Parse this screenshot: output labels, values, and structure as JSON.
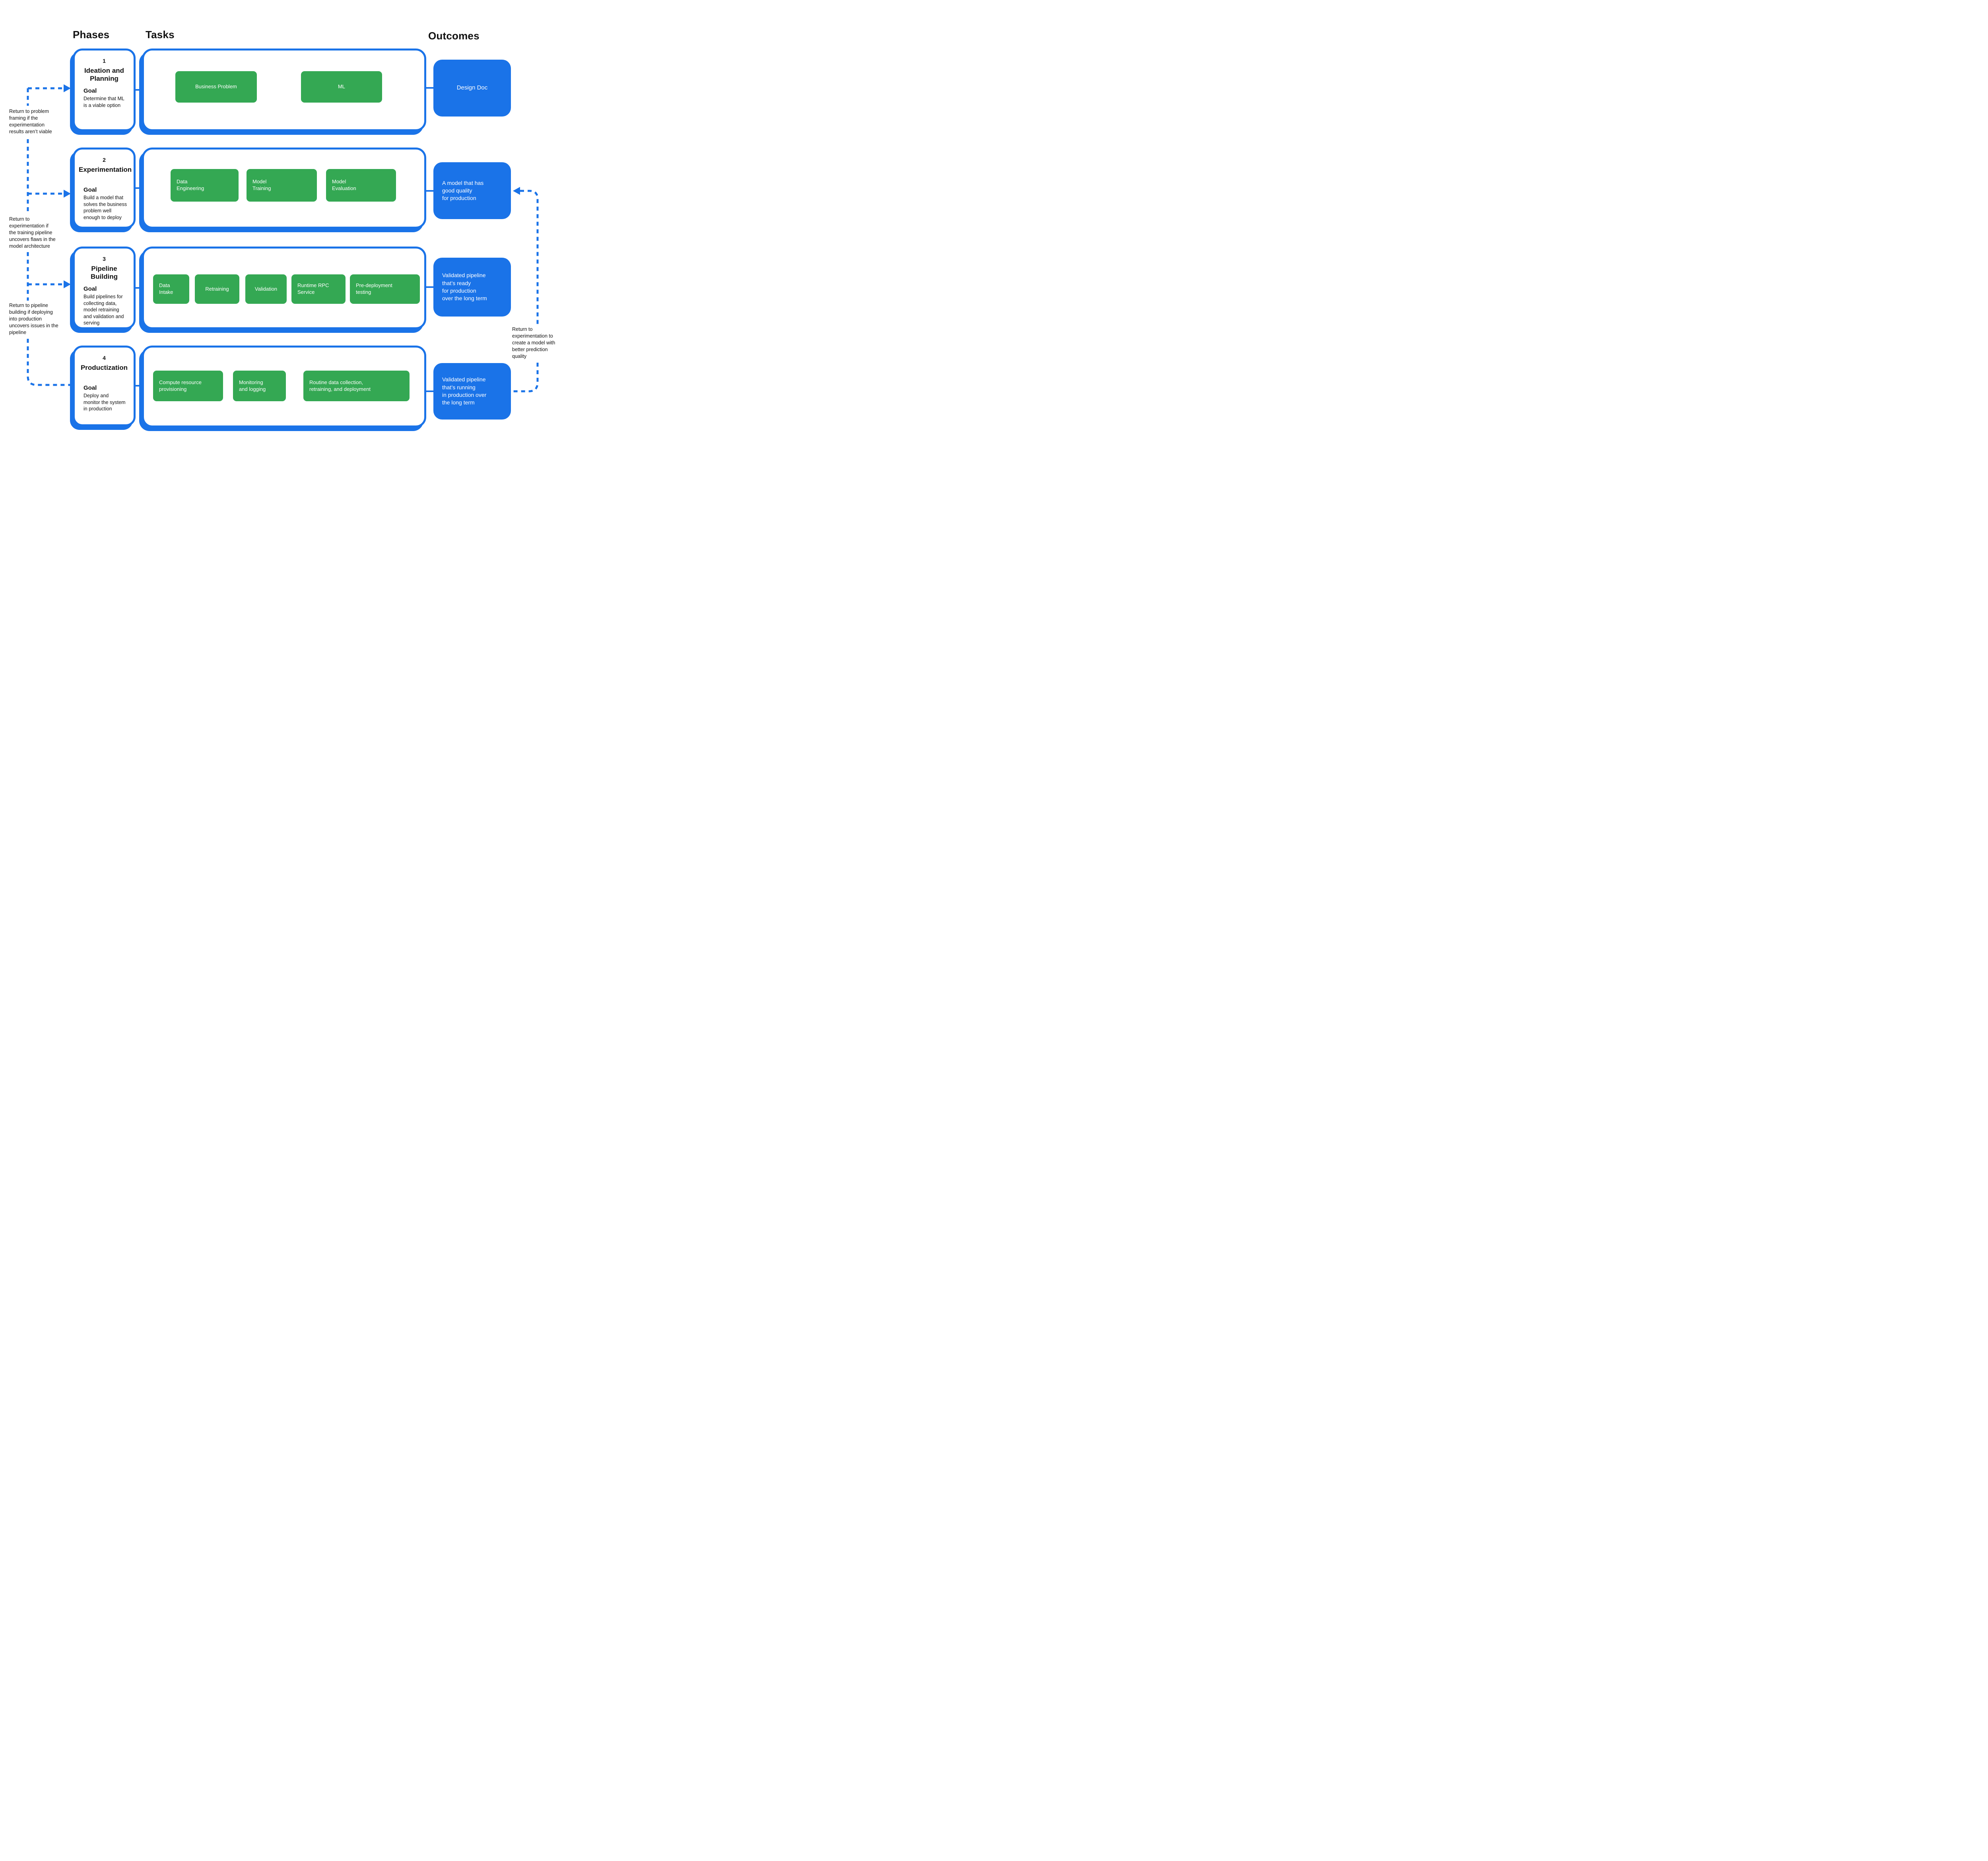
{
  "colors": {
    "blue": "#1A73E8",
    "green": "#34A853"
  },
  "headers": {
    "phases": "Phases",
    "tasks": "Tasks",
    "outcomes": "Outcomes"
  },
  "phases": [
    {
      "number": "1",
      "title": "Ideation and\nPlanning",
      "goal_label": "Goal",
      "goal": "Determine that ML\nis a viable option",
      "tasks": [
        "Business Problem",
        "ML"
      ],
      "outcome": "Design Doc"
    },
    {
      "number": "2",
      "title": "Experimentation",
      "goal_label": "Goal",
      "goal": "Build a model that\nsolves the business\nproblem well\nenough to deploy",
      "tasks": [
        "Data\nEngineering",
        "Model\nTraining",
        "Model\nEvaluation"
      ],
      "outcome": "A model that has\ngood quality\nfor production"
    },
    {
      "number": "3",
      "title": "Pipeline Building",
      "goal_label": "Goal",
      "goal": "Build pipelines for\ncollecting data,\nmodel retraining\nand validation and\nserving",
      "tasks": [
        "Data\nIntake",
        "Retraining",
        "Validation",
        "Runtime RPC\nService",
        "Pre-deployment\ntesting"
      ],
      "outcome": "Validated pipeline\nthat’s ready\nfor production\nover the long term"
    },
    {
      "number": "4",
      "title": "Productization",
      "goal_label": "Goal",
      "goal": "Deploy and\nmonitor the system\nin production",
      "tasks": [
        "Compute resource\nprovisioning",
        "Monitoring\nand logging",
        "Routine data collection,\nretraining, and deployment"
      ],
      "outcome": "Validated pipeline\nthat’s running\nin production over\nthe long term"
    }
  ],
  "annotations": {
    "left": [
      "Return to problem\nframing if the\nexperimentation\nresults aren’t viable",
      "Return to\nexperimentation if\nthe training pipeline\nuncovers flaws in the\nmodel architecture",
      "Return to pipeline\nbuilding if deploying\ninto production\nuncovers issues in the\npipeline"
    ],
    "right": "Return to\nexperimentation to\ncreate a model with\nbetter prediction\nquality"
  }
}
